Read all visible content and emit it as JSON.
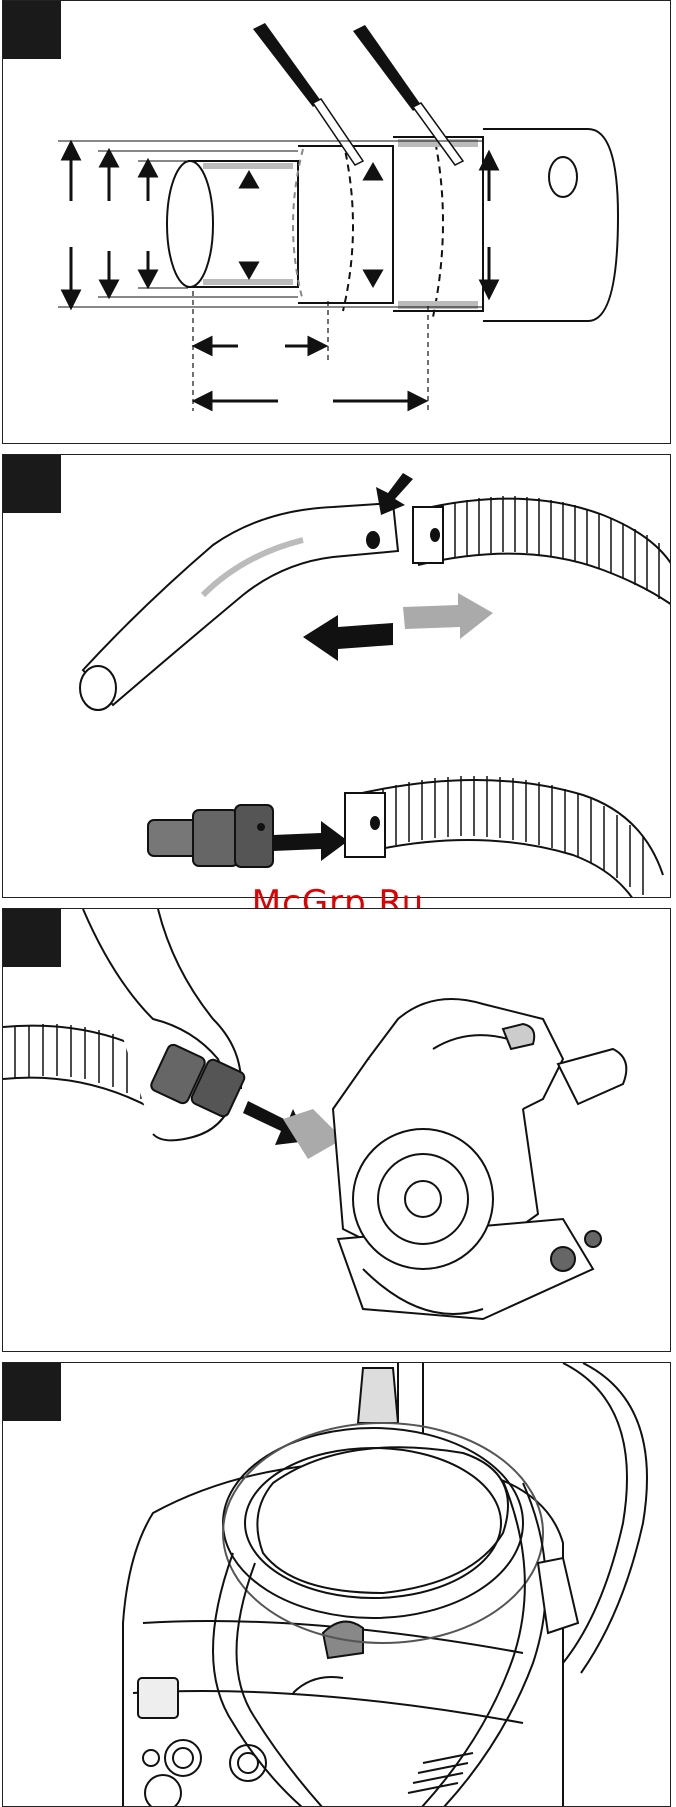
{
  "watermark": {
    "text": "McGrp.Ru",
    "color": "#e00000"
  },
  "panels": [
    {
      "id": "panel-1",
      "subject": "hose-diameter-cut-guide"
    },
    {
      "id": "panel-2",
      "subject": "hose-handle-and-adapter-attach"
    },
    {
      "id": "panel-3",
      "subject": "connect-hose-to-power-tool"
    },
    {
      "id": "panel-4",
      "subject": "vacuum-with-hose-stored"
    }
  ]
}
